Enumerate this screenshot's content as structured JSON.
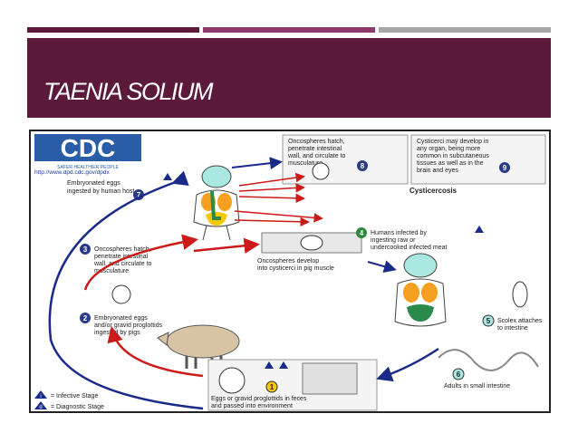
{
  "slide": {
    "title": "TAENIA SOLIUM",
    "colors": {
      "band": "#5c1a3a",
      "bar1": "#5c1a3a",
      "bar2": "#8b3a6b",
      "bar3": "#a8a8a8"
    }
  },
  "diagram": {
    "logo_text": "CDC",
    "logo_tagline": "SAFER·HEALTHIER·PEOPLE",
    "url": "http://www.dpd.cdc.gov/dpdx",
    "steps": [
      {
        "number": "7",
        "text": [
          "Embryonated eggs",
          "ingested by human host"
        ]
      },
      {
        "number": "8",
        "text": [
          "Oncospheres hatch,",
          "penetrate intestinal",
          "wall, and circulate to",
          "musculature"
        ]
      },
      {
        "number": "9",
        "text": [
          "Cysticerci may develop in",
          "any organ, being more",
          "common in subcutaneous",
          "tissues as well as in the",
          "brain and eyes"
        ]
      },
      {
        "number": "3",
        "text": [
          "Oncospheres hatch,",
          "penetrate intestinal",
          "wall, and circulate to",
          "musculature"
        ]
      },
      {
        "number": "4",
        "text": [
          "Humans infected by",
          "ingesting raw or",
          "undercooked infected meat"
        ]
      },
      {
        "number": "2",
        "text": [
          "Embryonated eggs",
          "and/or gravid proglottids",
          "ingested by pigs"
        ]
      },
      {
        "number": "5",
        "text": [
          "Scolex attaches",
          "to intestine"
        ]
      },
      {
        "number": "6",
        "text": [
          "Adults in small intestine"
        ]
      },
      {
        "number": "1",
        "text": [
          "Eggs or gravid proglottids in feces",
          "and passed into environment"
        ]
      }
    ],
    "cysticercosis_label": "Cysticercosis",
    "pig_muscle_label": [
      "Oncospheres develop",
      "into cysticerci in pig muscle"
    ],
    "legend": {
      "infective": "= Infective Stage",
      "diagnostic": "= Diagnostic Stage",
      "infective_symbol": "i",
      "diagnostic_symbol": "d"
    }
  }
}
